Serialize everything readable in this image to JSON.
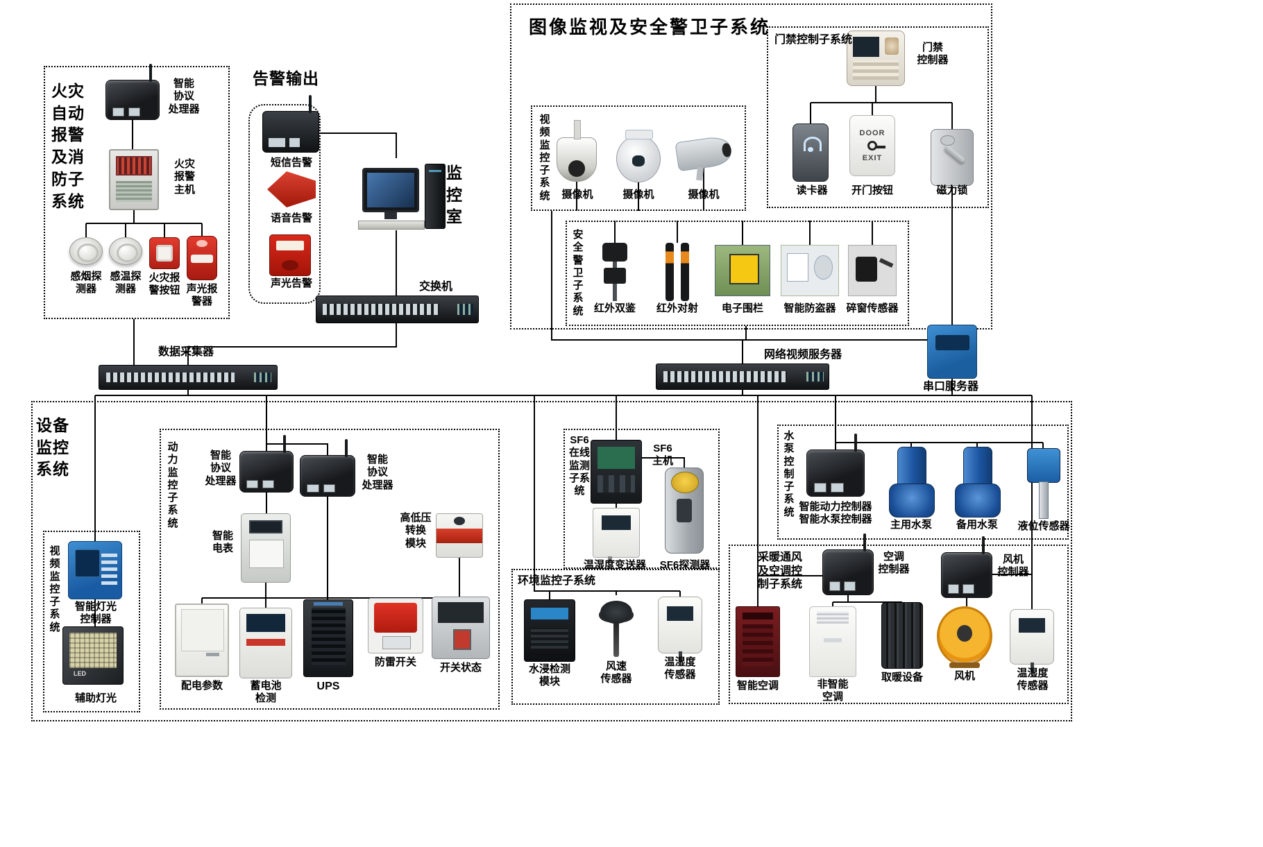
{
  "page": {
    "background": "#ffffff",
    "line_color": "#000000"
  },
  "fire": {
    "title": "火灾\n自动\n报警\n及消\n防子\n系统",
    "processor_label": "智能\n协议\n处理器",
    "host_label": "火灾\n报警\n主机",
    "smoke_label": "感烟探\n测器",
    "temp_label": "感温探\n测器",
    "button_label": "火灾报\n警按钮",
    "sounder_label": "声光报\n警器"
  },
  "alarm_output": {
    "title": "告警输出",
    "sms_label": "短信告警",
    "voice_label": "语音告警",
    "light_label": "声光告警"
  },
  "backbone": {
    "monitor_room_label": "监\n控\n室",
    "switch_label": "交换机",
    "collector_label": "数据采集器",
    "nvr_label": "网络视频服务器",
    "serial_label": "串口服务器"
  },
  "surveillance": {
    "title": "图像监视及安全警卫子系统",
    "video": {
      "title": "视\n频\n监\n控\n子\n系\n统",
      "cam1": "摄像机",
      "cam2": "摄像机",
      "cam3": "摄像机"
    },
    "access": {
      "title": "门禁控制子系统",
      "controller_label": "门禁\n控制器",
      "reader_label": "读卡器",
      "button_label": "开门按钮",
      "button_text_top": "DOOR",
      "button_text_bottom": "EXIT",
      "lock_label": "磁力锁"
    },
    "guard": {
      "title": "安\n全\n警\n卫\n子\n系\n统",
      "ir_dual_label": "红外双鉴",
      "ir_beam_label": "红外对射",
      "fence_label": "电子围栏",
      "antitheft_label": "智能防盗器",
      "glass_label": "碎窗传感器"
    }
  },
  "equipment": {
    "title": "设备\n监控\n系统",
    "video2": {
      "title": "视\n频\n监\n控\n子\n系\n统",
      "light_ctrl_label": "智能灯光\n控制器",
      "aux_light_label": "辅助灯光",
      "led_text": "LED"
    },
    "power": {
      "title": "动\n力\n监\n控\n子\n系\n统",
      "proc1_label": "智能\n协议\n处理器",
      "proc2_label": "智能\n协议\n处理器",
      "meter_label": "智能\n电表",
      "hvlv_label": "高低压\n转换\n模块",
      "dist_label": "配电参数",
      "battery_label": "蓄电池\n检测",
      "ups_label": "UPS",
      "spd_label": "防雷开关",
      "breaker_label": "开关状态"
    },
    "sf6": {
      "title": "SF6\n在线\n监测\n子系\n统",
      "host_label": "SF6\n主机",
      "transmitter_label": "温湿度变送器",
      "detector_label": "SF6探测器"
    },
    "env": {
      "title": "环境监控子系统",
      "water_label": "水浸检测\n模块",
      "wind_label": "风速\n传感器",
      "th_label": "温湿度\n传感器"
    },
    "pump": {
      "title": "水\n泵\n控\n制\n子\n系\n统",
      "controller_label": "智能动力控制器\n智能水泵控制器",
      "main_label": "主用水泵",
      "backup_label": "备用水泵",
      "level_label": "液位传感器"
    },
    "hvac": {
      "title": "采暖通风\n及空调控\n制子系统",
      "ac_ctrl_label": "空调\n控制器",
      "fan_ctrl_label": "风机\n控制器",
      "smart_ac_label": "智能空调",
      "dumb_ac_label": "非智能\n空调",
      "heater_label": "取暖设备",
      "fan_label": "风机",
      "th_label": "温湿度\n传感器"
    }
  }
}
